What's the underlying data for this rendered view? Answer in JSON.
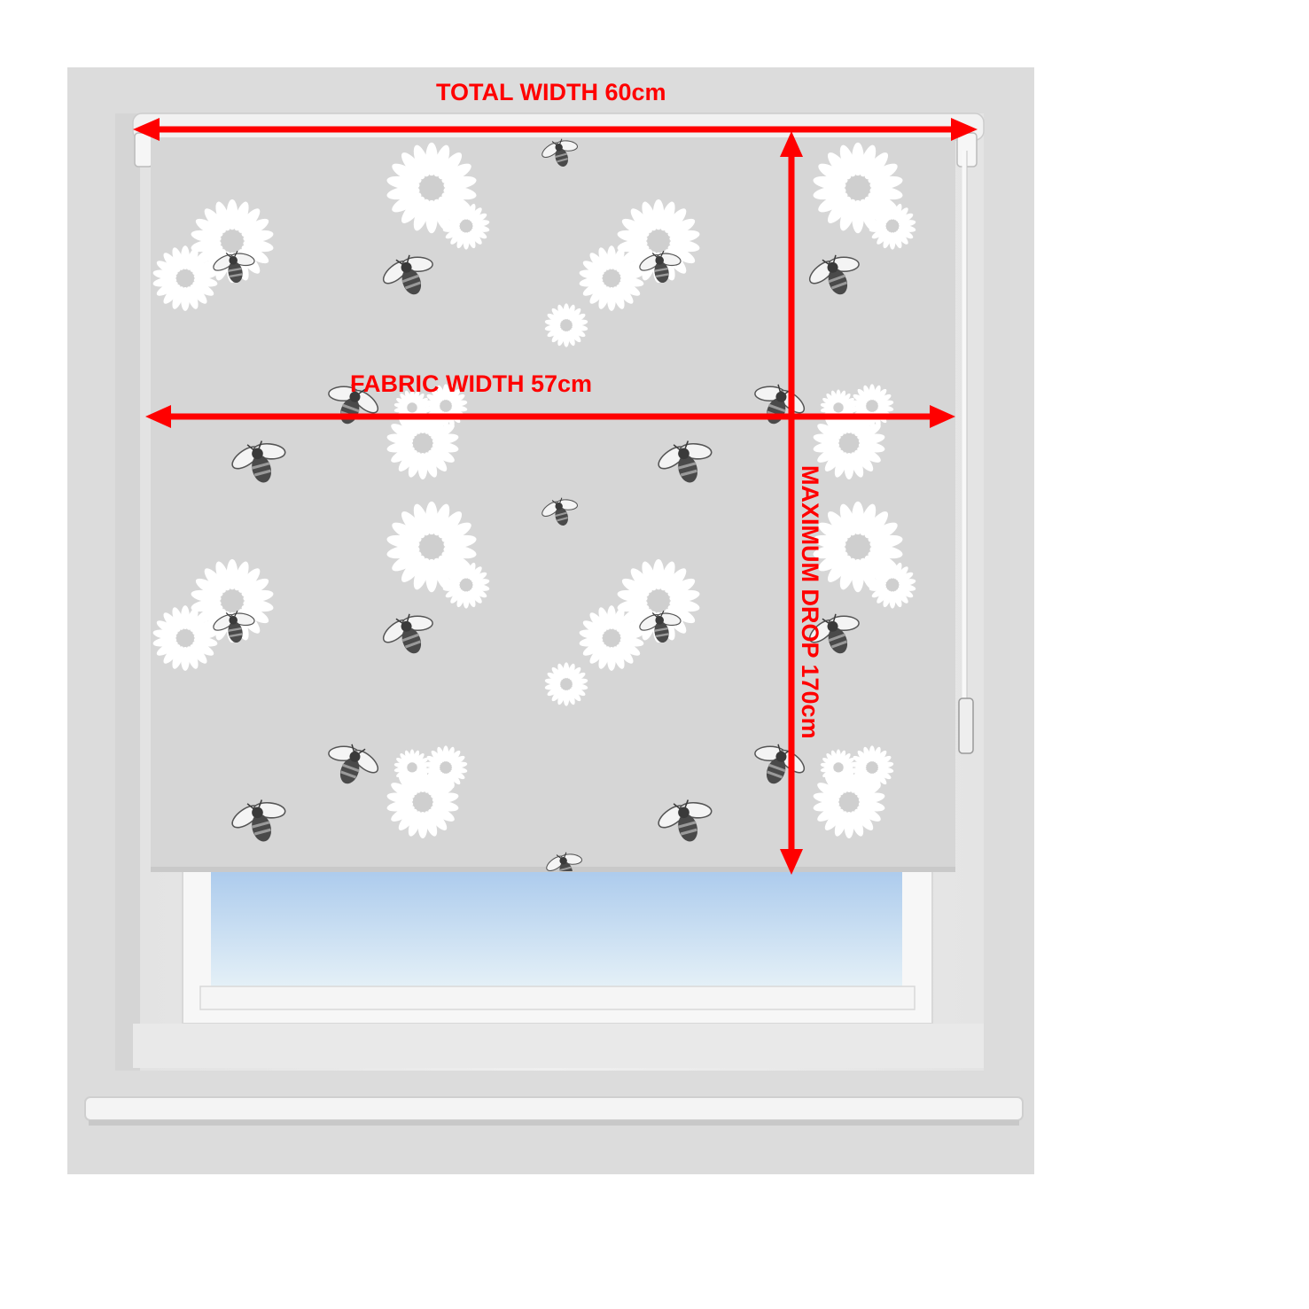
{
  "measurements": {
    "total_width": "TOTAL WIDTH 60cm",
    "fabric_width": "FABRIC WIDTH 57cm",
    "maximum_drop": "MAXIMUM DROP 170cm"
  },
  "colors": {
    "annotation": "#ff0000",
    "wall": "#dcdcdc",
    "recess": "#eaeaea",
    "window_frame": "#f7f7f7",
    "blind_fabric": "#d6d6d6",
    "daisy_petal": "#ffffff",
    "daisy_center": "#cfcfcf",
    "bee_body": "#4a4a4a",
    "sky_top": "#a9c9ec",
    "sky_bottom": "#e4f0f7"
  },
  "icons": [
    "daisy-icon",
    "bee-icon"
  ]
}
